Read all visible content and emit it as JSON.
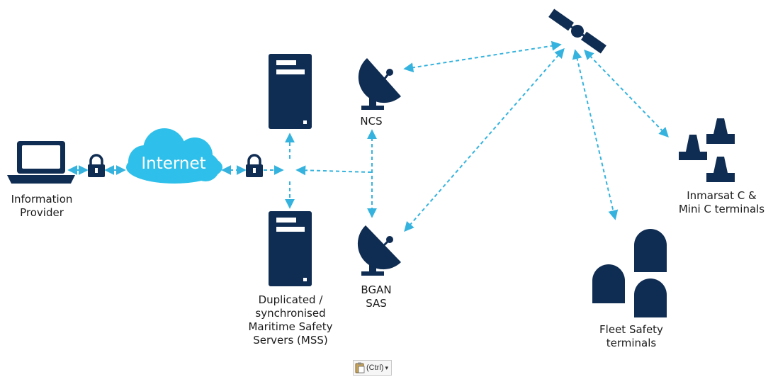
{
  "nodes": {
    "information_provider": "Information\nProvider",
    "internet": "Internet",
    "ncs": "NCS",
    "bgan_sas": "BGAN\nSAS",
    "mss": "Duplicated /\nsynchronised\nMaritime Safety\nServers (MSS)",
    "inmarsat": "Inmarsat C &\nMini C terminals",
    "fleet": "Fleet Safety\nterminals"
  },
  "paste_options": {
    "label": "(Ctrl)",
    "caret": "▾"
  },
  "colors": {
    "icon": "#0f2c52",
    "cloud": "#2ec0ea",
    "arrow": "#35b3de"
  }
}
